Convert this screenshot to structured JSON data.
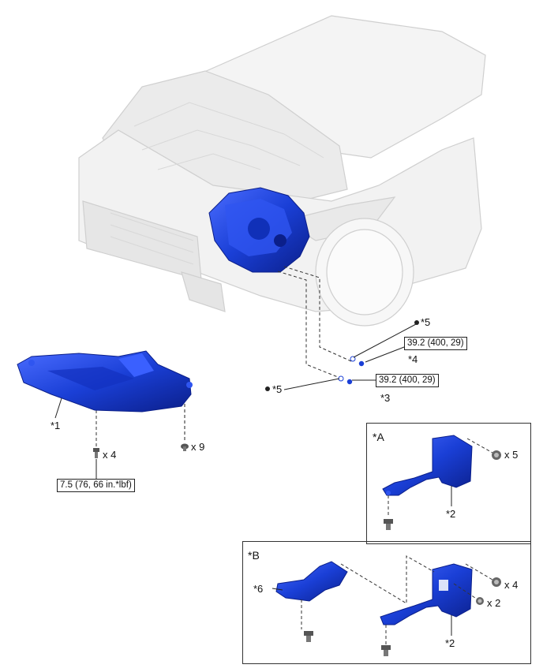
{
  "labels": {
    "ref1": "*1",
    "ref2a": "*2",
    "ref2b": "*2",
    "ref3": "*3",
    "ref4": "*4",
    "ref5_upper": "*5",
    "ref5_lower": "*5",
    "ref6": "*6"
  },
  "torques": {
    "upper": "39.2 (400, 29)",
    "lower": "39.2 (400, 29)",
    "cover_bolt": "7.5 (76, 66 in.*lbf)"
  },
  "quantities": {
    "cover_bolts": "x 4",
    "cover_clips": "x 9",
    "inset_a_clips": "x 5",
    "inset_b_clips": "x 4",
    "inset_b_bolts": "x 2"
  },
  "insets": {
    "a_tag": "*A",
    "b_tag": "*B"
  },
  "colors": {
    "part_blue": "#1a3fd6",
    "part_dark": "#0b1f8a",
    "car_line": "#c9c9c9",
    "car_fill": "#efefef"
  }
}
